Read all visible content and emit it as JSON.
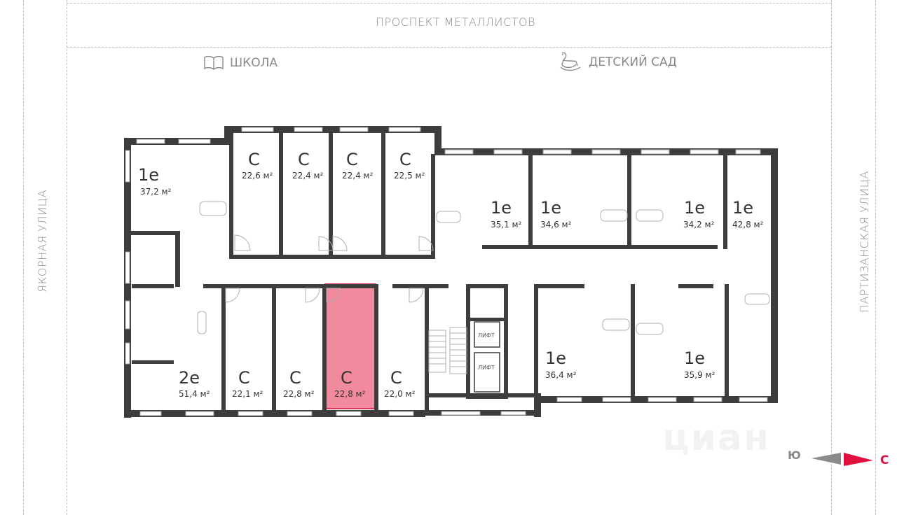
{
  "streets": {
    "top": "ПРОСПЕКТ МЕТАЛЛИСТОВ",
    "left": "ЯКОРНАЯ УЛИЦА",
    "right": "ПАРТИЗАНСКАЯ УЛИЦА"
  },
  "poi": [
    {
      "label": "ШКОЛА",
      "icon": "book-icon"
    },
    {
      "label": "ДЕТСКИЙ САД",
      "icon": "rocking-horse-icon"
    }
  ],
  "apartments_top": [
    {
      "type": "1е",
      "area": "37,2 м²"
    },
    {
      "type": "С",
      "area": "22,6 м²"
    },
    {
      "type": "С",
      "area": "22,4 м²"
    },
    {
      "type": "С",
      "area": "22,4 м²"
    },
    {
      "type": "С",
      "area": "22,5 м²"
    },
    {
      "type": "1е",
      "area": "35,1 м²"
    },
    {
      "type": "1е",
      "area": "34,6 м²"
    },
    {
      "type": "1е",
      "area": "34,2 м²"
    },
    {
      "type": "1е",
      "area": "42,8 м²"
    }
  ],
  "apartments_bottom": [
    {
      "type": "2е",
      "area": "51,4 м²"
    },
    {
      "type": "С",
      "area": "22,1 м²"
    },
    {
      "type": "С",
      "area": "22,8 м²"
    },
    {
      "type": "С",
      "area": "22,8 м²",
      "selected": true
    },
    {
      "type": "С",
      "area": "22,0 м²"
    },
    {
      "type": "1е",
      "area": "36,4 м²"
    },
    {
      "type": "1е",
      "area": "35,9 м²"
    }
  ],
  "lifts": [
    "ЛИФТ",
    "ЛИФТ"
  ],
  "compass": {
    "south": "Ю",
    "north": "С"
  },
  "watermark": "циан",
  "colors": {
    "selected": "#f08a9c",
    "selected_border": "#d9365a",
    "north": "#e0103f",
    "south": "#8a8a8a",
    "wall": "#3d3d3d"
  }
}
